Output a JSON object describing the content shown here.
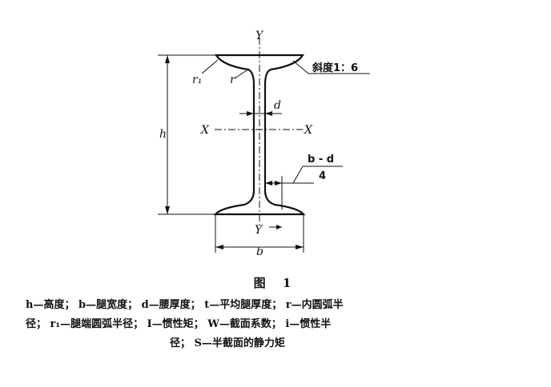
{
  "figure": {
    "labels": {
      "y_top": "Y",
      "y_bottom": "Y",
      "x_left": "X",
      "x_right": "X",
      "h": "h",
      "b": "b",
      "d": "d",
      "r1": "r₁",
      "r": "r",
      "slope": "斜度1：6",
      "bd_num": "b - d",
      "bd_den": "4"
    }
  },
  "caption": "图 1",
  "legend": {
    "line1": "h—高度； b—腿宽度； d—腰厚度； t—平均腿厚度； r—内圆弧半",
    "line2": "径； r₁—腿端圆弧半径； I—惯性矩； W—截面系数； i—惯性半",
    "line3": "径； S—半截面的静力矩"
  },
  "colors": {
    "ink": "#111111",
    "background": "#ffffff"
  }
}
